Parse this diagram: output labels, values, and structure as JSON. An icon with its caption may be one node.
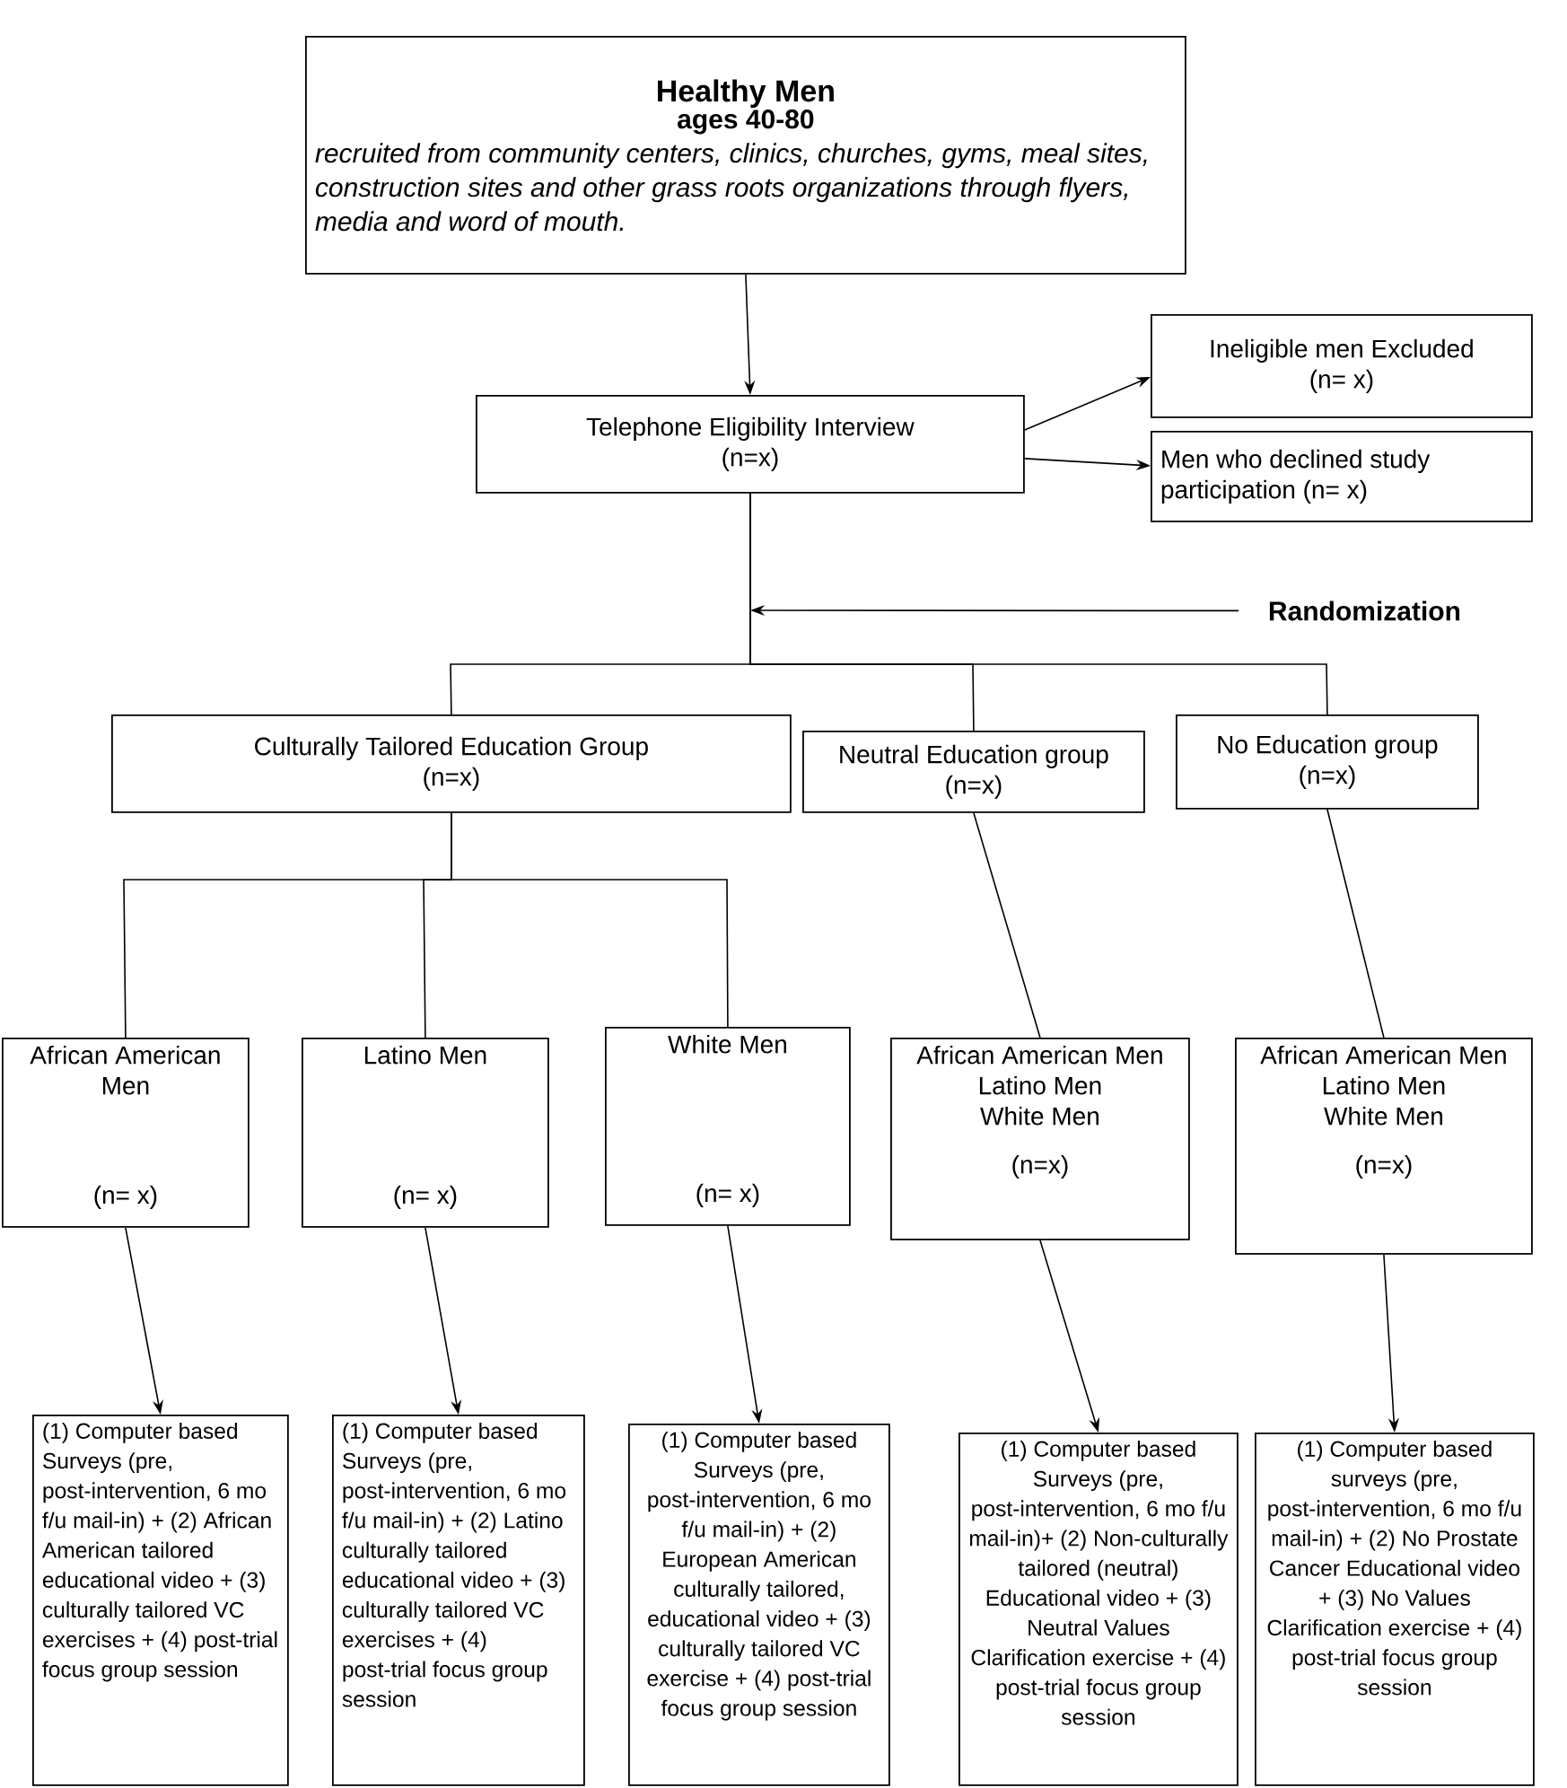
{
  "diagram": {
    "nodes": [
      {
        "text": [
          "Healthy Men",
          "ages 40-80",
          "recruited from community centers, clinics, churches, gyms, meal sites, construction sites and other grass roots organizations through flyers, media and word of mouth."
        ]
      },
      {
        "text": [
          "Telephone Eligibility Interview",
          "(n=x)"
        ]
      },
      {
        "text": [
          "Ineligible men Excluded",
          "(n= x)"
        ]
      },
      {
        "text": [
          "Men who declined study participation (n= x)"
        ]
      },
      {
        "text": [
          "Randomization"
        ]
      },
      {
        "text": [
          "Culturally Tailored Education Group",
          "(n=x)"
        ]
      },
      {
        "text": [
          "Neutral Education group",
          "(n=x)"
        ]
      },
      {
        "text": [
          "No Education group",
          "(n=x)"
        ]
      },
      {
        "text": [
          "African American Men",
          "(n= x)"
        ]
      },
      {
        "text": [
          "Latino Men",
          "(n= x)"
        ]
      },
      {
        "text": [
          "White Men",
          "(n= x)"
        ]
      },
      {
        "text": [
          "African American Men",
          "Latino Men",
          "White Men",
          "(n=x)"
        ]
      },
      {
        "text": [
          "African American Men",
          "Latino Men",
          "White Men",
          "(n=x)"
        ]
      },
      {
        "text": [
          "(1) Computer based Surveys (pre, post-intervention, 6 mo f/u mail-in) + (2) African American tailored educational video + (3) culturally tailored VC exercises + (4) post-trial focus group session"
        ]
      },
      {
        "text": [
          "(1) Computer based Surveys (pre, post-intervention, 6 mo f/u mail-in) + (2) Latino culturally tailored educational video + (3) culturally tailored VC exercises + (4) post-trial focus group session"
        ]
      },
      {
        "text": [
          "(1) Computer based Surveys (pre, post-intervention, 6 mo f/u mail-in) + (2) European American culturally tailored, educational video + (3) culturally tailored VC exercise + (4) post-trial focus group session"
        ]
      },
      {
        "text": [
          "(1) Computer based Surveys (pre, post-intervention, 6 mo f/u mail-in)+ (2) Non-culturally tailored (neutral) Educational video + (3) Neutral Values Clarification exercise + (4) post-trial focus group session"
        ]
      },
      {
        "text": [
          "(1) Computer based surveys (pre, post-intervention, 6 mo f/u mail-in) + (2) No Prostate Cancer Educational video + (3) No Values Clarification exercise + (4) post-trial focus group session"
        ]
      }
    ],
    "edges": [
      {
        "from": 0,
        "to": 1,
        "arrow": "to"
      },
      {
        "from": 1,
        "to": 2,
        "arrow": "to"
      },
      {
        "from": 1,
        "to": 3,
        "arrow": "to"
      },
      {
        "from": 4,
        "to": null,
        "arrow": "to"
      },
      {
        "from": 1,
        "to": 5,
        "arrow": "none"
      },
      {
        "from": 1,
        "to": 6,
        "arrow": "none"
      },
      {
        "from": 1,
        "to": 7,
        "arrow": "none"
      },
      {
        "from": 5,
        "to": 8,
        "arrow": "none"
      },
      {
        "from": 5,
        "to": 9,
        "arrow": "none"
      },
      {
        "from": 5,
        "to": 10,
        "arrow": "none"
      },
      {
        "from": 6,
        "to": 11,
        "arrow": "none"
      },
      {
        "from": 7,
        "to": 12,
        "arrow": "none"
      },
      {
        "from": 8,
        "to": 13,
        "arrow": "to"
      },
      {
        "from": 9,
        "to": 14,
        "arrow": "to"
      },
      {
        "from": 10,
        "to": 15,
        "arrow": "to"
      },
      {
        "from": 11,
        "to": 16,
        "arrow": "to"
      },
      {
        "from": 12,
        "to": 17,
        "arrow": "to"
      }
    ]
  }
}
